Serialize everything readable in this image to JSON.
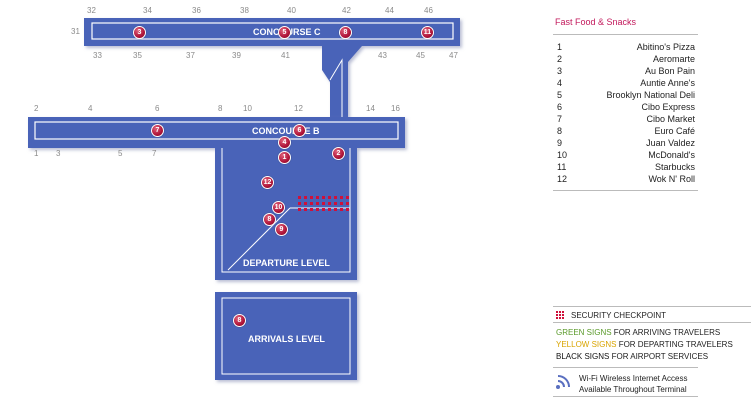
{
  "map": {
    "concourse_c_label": "CONCOURSE C",
    "concourse_b_label": "CONCOURSE B",
    "departure_label": "DEPARTURE LEVEL",
    "arrivals_label": "ARRIVALS LEVEL",
    "gates_c_top": [
      "32",
      "34",
      "36",
      "38",
      "40",
      "42",
      "44",
      "46"
    ],
    "gates_c_left": "31",
    "gates_c_bottom": [
      "33",
      "35",
      "37",
      "39",
      "41",
      "43",
      "45",
      "47"
    ],
    "gates_b_top": [
      "2",
      "4",
      "6",
      "8",
      "10",
      "12",
      "14",
      "16"
    ],
    "gates_b_bottom": [
      "1",
      "3",
      "5",
      "7"
    ],
    "pins": [
      "3",
      "5",
      "8",
      "11",
      "7",
      "6",
      "4",
      "1",
      "2",
      "12",
      "10",
      "8",
      "9",
      "8"
    ]
  },
  "legend": {
    "title": "Fast Food & Snacks",
    "restaurants": [
      {
        "num": "1",
        "name": "Abitino's Pizza"
      },
      {
        "num": "2",
        "name": "Aeromarte"
      },
      {
        "num": "3",
        "name": "Au Bon Pain"
      },
      {
        "num": "4",
        "name": "Auntie Anne's"
      },
      {
        "num": "5",
        "name": "Brooklyn National Deli"
      },
      {
        "num": "6",
        "name": "Cibo Express"
      },
      {
        "num": "7",
        "name": "Cibo Market"
      },
      {
        "num": "8",
        "name": "Euro Café"
      },
      {
        "num": "9",
        "name": "Juan Valdez"
      },
      {
        "num": "10",
        "name": "McDonald's"
      },
      {
        "num": "11",
        "name": "Starbucks"
      },
      {
        "num": "12",
        "name": "Wok N' Roll"
      }
    ]
  },
  "key": {
    "security": "SECURITY CHECKPOINT",
    "green_a": "GREEN SIGNS",
    "green_b": " FOR ARRIVING TRAVELERS",
    "yellow_a": "YELLOW SIGNS",
    "yellow_b": " FOR DEPARTING TRAVELERS",
    "black_a": "BLACK SIGNS",
    "black_b": " FOR AIRPORT SERVICES",
    "wifi_line1": "Wi-Fi Wireless Internet Access",
    "wifi_line2": "Available Throughout Terminal",
    "colors": {
      "green": "#5a9a2a",
      "yellow": "#d9a400",
      "black": "#111111",
      "security": "#d0103a",
      "map": "#4a63b8"
    }
  }
}
